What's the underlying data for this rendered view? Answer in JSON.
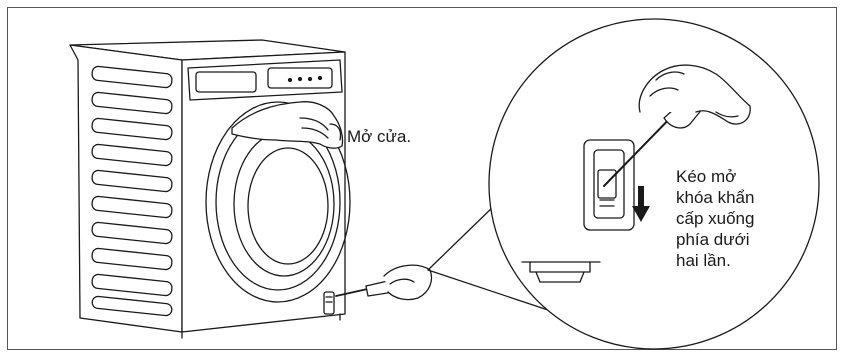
{
  "labels": {
    "open_door": "Mở cửa.",
    "pull_release": [
      "Kéo mở",
      "khóa khẩn",
      "cấp xuống",
      "phía dưới",
      "hai lần."
    ]
  },
  "icons": [
    "washing-machine-icon",
    "hand-icon",
    "screwdriver-icon",
    "down-arrow-icon",
    "magnifier-callout-icon"
  ],
  "colors": {
    "line": "#1a1a1a",
    "frame": "#555555",
    "background": "#ffffff"
  }
}
